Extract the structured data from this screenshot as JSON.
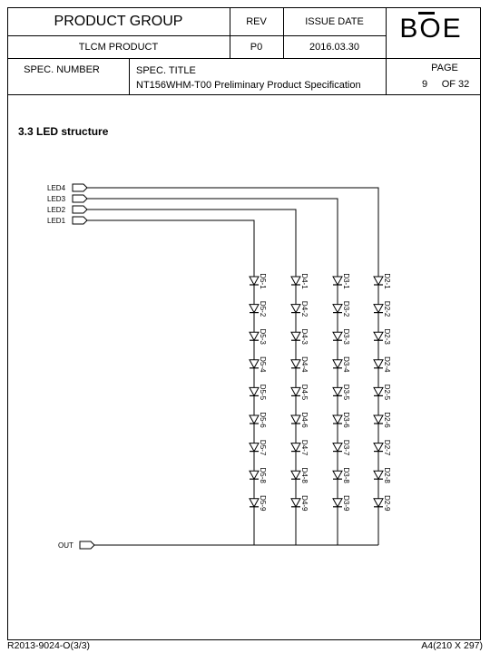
{
  "header": {
    "product_group": "PRODUCT GROUP",
    "rev_label": "REV",
    "issue_date_label": "ISSUE DATE",
    "product": "TLCM PRODUCT",
    "rev": "P0",
    "issue_date": "2016.03.30",
    "logo": "BOE",
    "spec_number_label": "SPEC. NUMBER",
    "spec_title_label": "SPEC. TITLE",
    "spec_title": "NT156WHM-T00 Preliminary Product Specification",
    "page_label": "PAGE",
    "page_no": "9",
    "page_of": "OF 32"
  },
  "section_title": "3.3 LED structure",
  "diagram": {
    "inputs": [
      "LED4",
      "LED3",
      "LED2",
      "LED1"
    ],
    "output": "OUT",
    "strings": [
      {
        "labels": [
          "D5-1",
          "D5-2",
          "D5-3",
          "D5-4",
          "D5-5",
          "D5-6",
          "D5-7",
          "D5-8",
          "D5-9"
        ]
      },
      {
        "labels": [
          "D4-1",
          "D4-2",
          "D4-3",
          "D4-4",
          "D4-5",
          "D4-6",
          "D4-7",
          "D4-8",
          "D4-9"
        ]
      },
      {
        "labels": [
          "D3-1",
          "D3-2",
          "D3-3",
          "D3-4",
          "D3-5",
          "D3-6",
          "D3-7",
          "D3-8",
          "D3-9"
        ]
      },
      {
        "labels": [
          "D2-1",
          "D2-2",
          "D2-3",
          "D2-4",
          "D2-5",
          "D2-6",
          "D2-7",
          "D2-8",
          "D2-9"
        ]
      }
    ]
  },
  "footer": {
    "form_number": "R2013-9024-O(3/3)",
    "paper_size": "A4(210 X 297)"
  }
}
